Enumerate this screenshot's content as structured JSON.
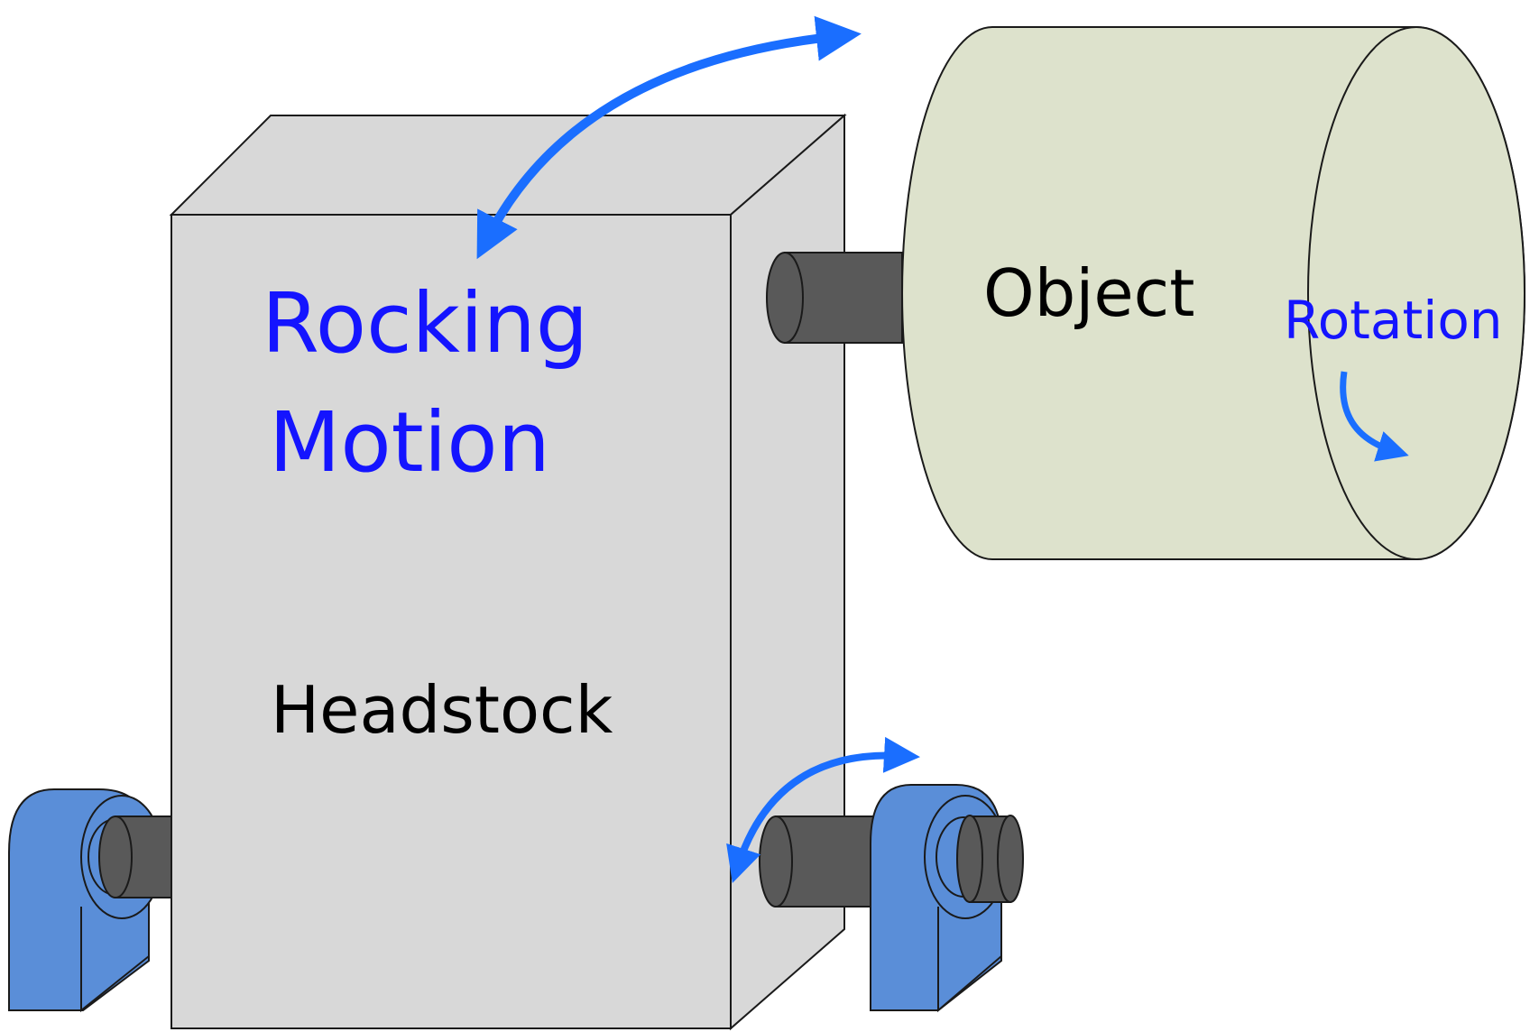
{
  "labels": {
    "rocking_line1": "Rocking",
    "rocking_line2": "Motion",
    "object": "Object",
    "rotation": "Rotation",
    "headstock": "Headstock"
  },
  "colors": {
    "arrow_blue": "#1a6eff",
    "text_blue": "#1414ff",
    "text_black": "#000000",
    "headstock_fill": "#d8d8d8",
    "object_fill": "#dde2cc",
    "shaft_fill": "#595959",
    "bearing_fill": "#5a8ed8",
    "outline": "#1a1a1a"
  },
  "icons": {
    "rocking_arrow": "curved-double-arrow",
    "rotation_arrow": "curved-arrow",
    "small_rocking_arrow": "curved-double-arrow"
  }
}
